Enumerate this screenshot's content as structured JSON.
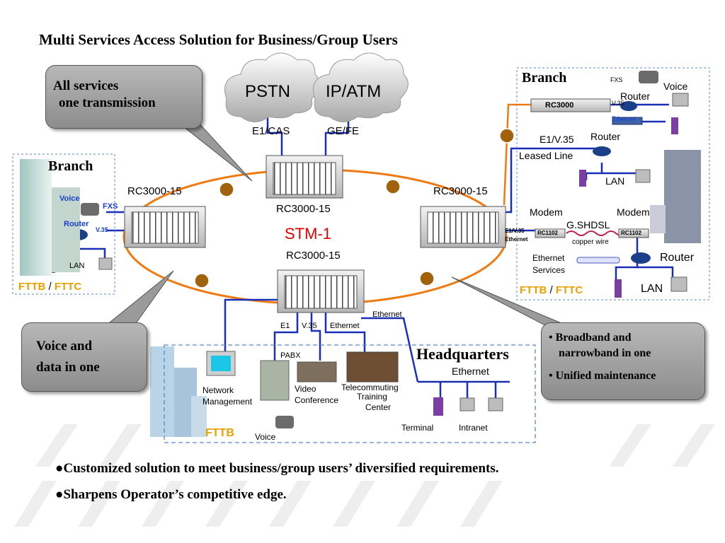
{
  "title": "Multi Services Access Solution for Business/Group Users",
  "clouds": {
    "pstn": "PSTN",
    "ipatm": "IP/ATM"
  },
  "interfaces": {
    "e1cas": "E1/CAS",
    "gefe": "GE/FE",
    "e1v35": "E1/V.35",
    "leased": "Leased Line",
    "e1": "E1",
    "v35": "V.35",
    "ethernet": "Ethernet",
    "ethernet_hq": "Ethernet",
    "eth_left": "Ethernet",
    "fxs_left": "FXS",
    "v35_left": "V.35",
    "fxs_right": "FXS",
    "v35_right": "V.35",
    "ethernet_right": "Ethernet",
    "e1v35_small": "E1/V.35",
    "ethernet_small": "Ethernet"
  },
  "nodes": {
    "top": "RC3000-15",
    "left": "RC3000-15",
    "right": "RC3000-15",
    "bottom": "RC3000-15",
    "ring": "STM-1",
    "rc3000": "RC3000",
    "rc1102a": "RC1102",
    "rc1102b": "RC1102"
  },
  "callouts": {
    "all_services_1": "All services",
    "all_services_2": "one transmission",
    "voice_data_1": "Voice and",
    "voice_data_2": "data in one",
    "bb_1": "• Broadband and",
    "bb_2": "narrowband in one",
    "bb_3": "• Unified maintenance"
  },
  "left_branch": {
    "title": "Branch",
    "voice": "Voice",
    "router": "Router",
    "lan": "LAN",
    "fttb": "FTTB",
    "slash": " / ",
    "fttc": "FTTC"
  },
  "right_branch": {
    "title": "Branch",
    "voice": "Voice",
    "router1": "Router",
    "router2": "Router",
    "lan1": "LAN",
    "modem1": "Modem",
    "modem2": "Modem",
    "gshdsl": "G.SHDSL",
    "copper": "copper wire",
    "eth_services_1": "Ethernet",
    "eth_services_2": "Services",
    "router3": "Router",
    "lan2": "LAN",
    "fttb": "FTTB",
    "slash": " / ",
    "fttc": "FTTC"
  },
  "headquarters": {
    "title": "Headquarters",
    "pabx": "PABX",
    "netmgmt_1": "Network",
    "netmgmt_2": "Management",
    "video_1": "Video",
    "video_2": "Conference",
    "tele_1": "Telecommuting",
    "tele_2": "Training",
    "tele_3": "Center",
    "ethernet": "Ethernet",
    "terminal": "Terminal",
    "intranet": "Intranet",
    "voice": "Voice",
    "fttb": "FTTB"
  },
  "bullets": [
    "●Customized solution to meet business/group users’ diversified requirements.",
    "●Sharpens Operator’s competitive edge."
  ]
}
